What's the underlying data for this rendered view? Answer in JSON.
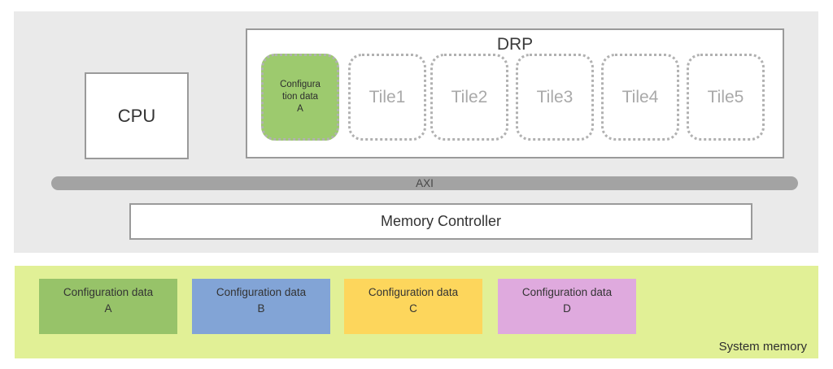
{
  "colors": {
    "page_bg": "#ffffff",
    "soc_panel_bg": "#eaeaea",
    "box_border": "#9a9a9a",
    "axi_bar": "#a3a3a3",
    "tile_border": "#b1b1b1",
    "tile_text": "#a9a9a9",
    "dark_text": "#333333",
    "config_a_green": "#9dca6e",
    "system_memory_bg": "#e1f096"
  },
  "soc": {
    "cpu_label": "CPU",
    "drp": {
      "label": "DRP",
      "configured_tile": {
        "label": "Configuration data A",
        "label_lines": [
          "Configura",
          "tion data",
          "A"
        ]
      },
      "tiles": [
        {
          "label": "Tile1"
        },
        {
          "label": "Tile2"
        },
        {
          "label": "Tile3"
        },
        {
          "label": "Tile4"
        },
        {
          "label": "Tile5"
        }
      ]
    },
    "axi_label": "AXI",
    "memory_controller_label": "Memory Controller"
  },
  "system_memory": {
    "label": "System memory",
    "blocks": [
      {
        "name": "Configuration data A",
        "label_lines": [
          "Configuration data",
          "A"
        ],
        "color": "#97c369"
      },
      {
        "name": "Configuration data B",
        "label_lines": [
          "Configuration data",
          "B"
        ],
        "color": "#82a4d6"
      },
      {
        "name": "Configuration data C",
        "label_lines": [
          "Configuration data",
          "C"
        ],
        "color": "#fdd65c"
      },
      {
        "name": "Configuration data D",
        "label_lines": [
          "Configuration data",
          "D"
        ],
        "color": "#dfaade"
      }
    ]
  }
}
